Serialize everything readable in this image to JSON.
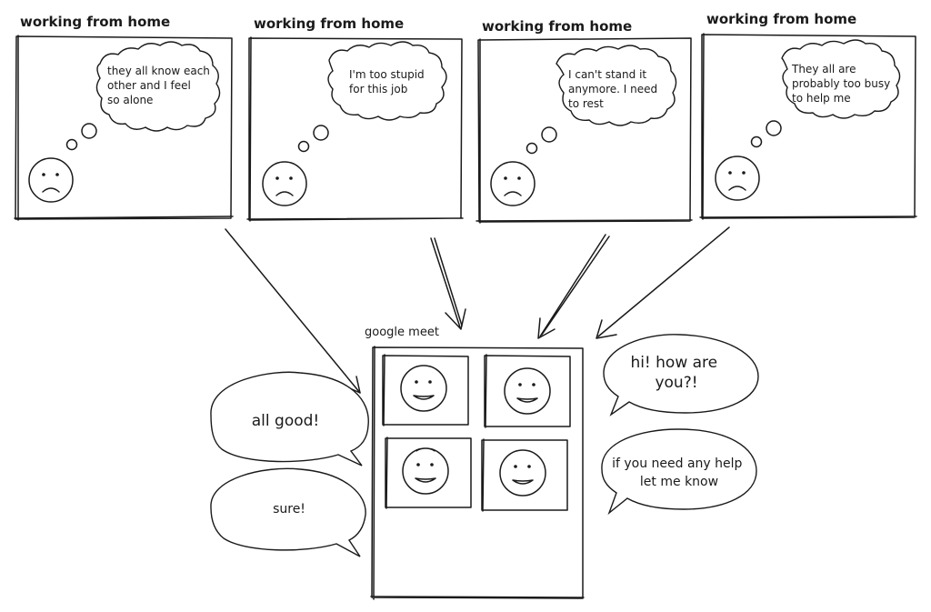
{
  "panels": [
    {
      "title": "working from home",
      "thought_lines": [
        "they all know each",
        "other and I feel",
        "so alone"
      ]
    },
    {
      "title": "working from home",
      "thought_lines": [
        "I'm too stupid",
        "for this job"
      ]
    },
    {
      "title": "working from home",
      "thought_lines": [
        "I can't stand it",
        "anymore. I need",
        "to rest"
      ]
    },
    {
      "title": "working from home",
      "thought_lines": [
        "They all are",
        "probably too busy",
        "to help me"
      ]
    }
  ],
  "meet": {
    "label": "google meet",
    "participants": 4
  },
  "speech_left": [
    {
      "text": "all good!"
    },
    {
      "text": "sure!"
    }
  ],
  "speech_right": [
    {
      "lines": [
        "hi! how are",
        "you?!"
      ]
    },
    {
      "lines": [
        "if you need any help",
        "let me know"
      ]
    }
  ]
}
